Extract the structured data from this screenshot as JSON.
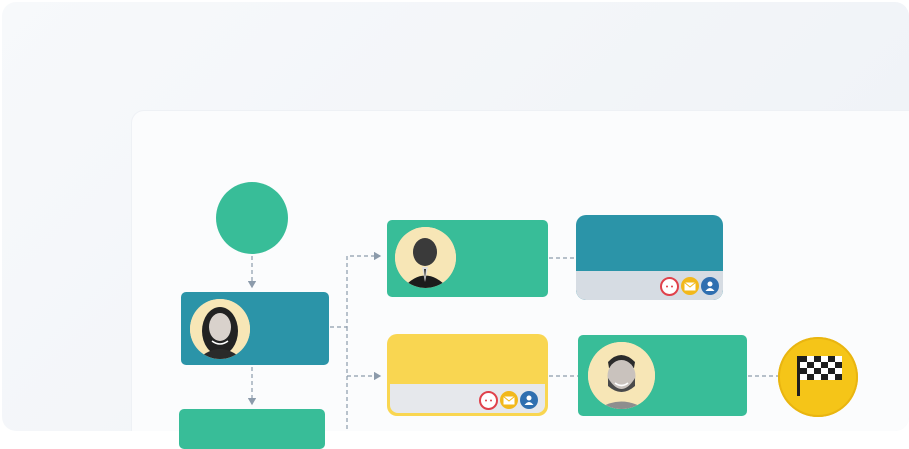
{
  "diagram": {
    "nodes": [
      {
        "id": "start",
        "shape": "circle",
        "color": "#38bd98"
      },
      {
        "id": "step-woman",
        "shape": "card",
        "color": "#2b94a8",
        "avatar": "woman-avatar"
      },
      {
        "id": "step-bottom",
        "shape": "card",
        "color": "#38bd98"
      },
      {
        "id": "step-man-suit",
        "shape": "card",
        "color": "#38bd98",
        "avatar": "man-suit-avatar"
      },
      {
        "id": "step-teal-channels",
        "shape": "card",
        "color": "#2b94a8",
        "channels": [
          "chat-icon",
          "email-icon",
          "user-icon"
        ]
      },
      {
        "id": "step-yellow-channels",
        "shape": "card",
        "color": "#f9d651",
        "channels": [
          "chat-icon",
          "email-icon",
          "user-icon"
        ]
      },
      {
        "id": "step-man-beard",
        "shape": "card",
        "color": "#38bd98",
        "avatar": "man-beard-avatar"
      },
      {
        "id": "finish",
        "shape": "circle",
        "color": "#f5c518",
        "icon": "checkered-flag-icon"
      }
    ],
    "colors": {
      "green": "#38bd98",
      "teal": "#2b94a8",
      "yellow": "#f9d651",
      "gold": "#f5c518",
      "connector": "#8c9bab",
      "chat": "#e0414b",
      "email": "#f2b81b",
      "user": "#2f6fb0"
    }
  }
}
